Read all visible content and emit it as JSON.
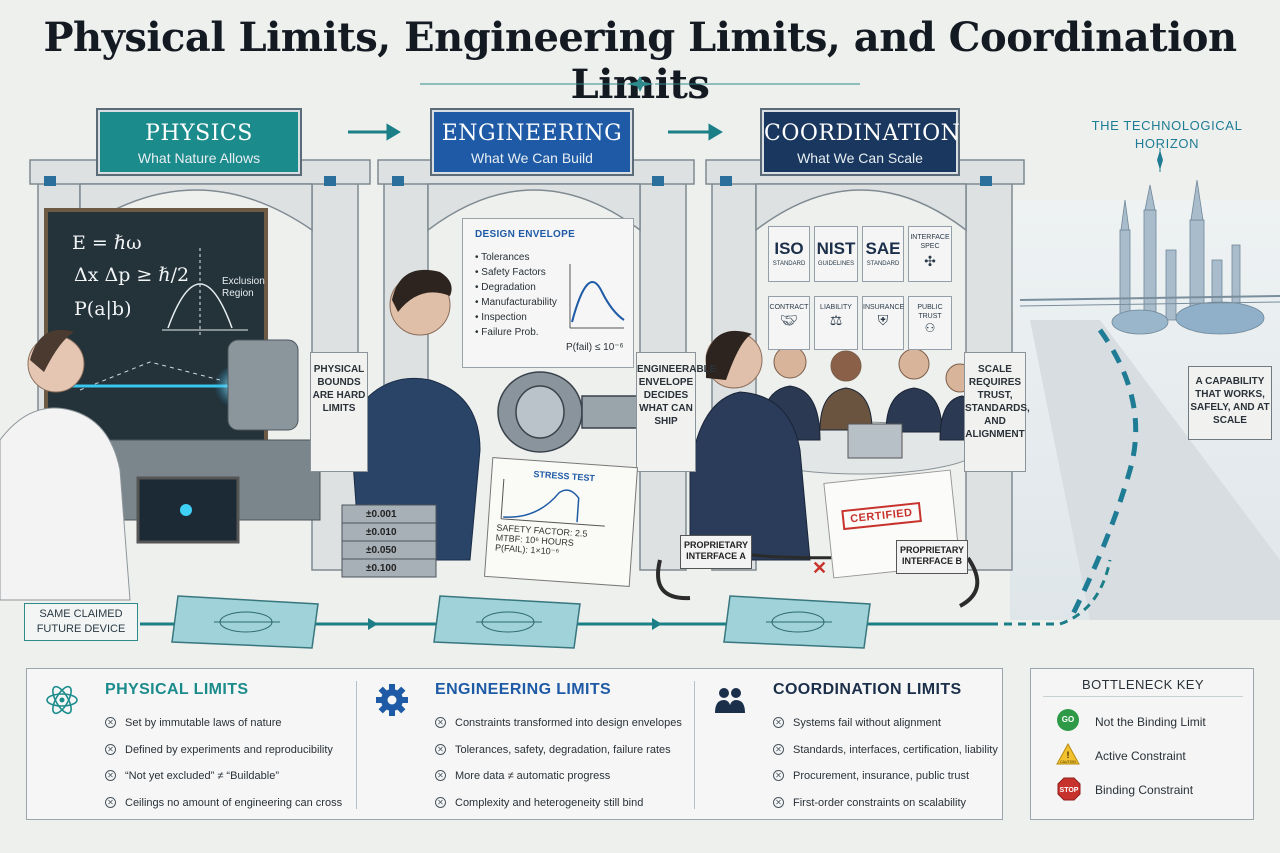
{
  "title": "Physical Limits, Engineering Limits, and Coordination Limits",
  "colors": {
    "physics": "#1c8b8c",
    "engineering": "#1e5aa6",
    "coordination": "#19375f",
    "binding": "#c8322d",
    "go": "#2e9a47",
    "caution": "#f2c12e"
  },
  "stages": [
    {
      "title": "PHYSICS",
      "subtitle": "What Nature Allows"
    },
    {
      "title": "ENGINEERING",
      "subtitle": "What We Can Build"
    },
    {
      "title": "COORDINATION",
      "subtitle": "What We Can Scale"
    }
  ],
  "horizon": {
    "title": "THE TECHNOLOGICAL HORIZON",
    "sign": "A CAPABILITY THAT WORKS, SAFELY, AND AT SCALE"
  },
  "pillar_signs": [
    "PHYSICAL BOUNDS ARE HARD LIMITS",
    "ENGINEERABLE ENVELOPE DECIDES WHAT CAN SHIP",
    "SCALE REQUIRES TRUST, STANDARDS, AND ALIGNMENT"
  ],
  "chalkboard": {
    "eq1": "E = ℏω",
    "eq2": "Δx Δp ≥ ℏ/2",
    "eq3": "P(a|b)",
    "region": "Exclusion Region"
  },
  "design_envelope": {
    "title": "DESIGN ENVELOPE",
    "items": [
      "Tolerances",
      "Safety Factors",
      "Degradation",
      "Manufacturability",
      "Inspection",
      "Failure Prob."
    ],
    "pfail": "P(fail) ≤ 10⁻⁶"
  },
  "stress_test": {
    "title": "STRESS TEST",
    "safety": "SAFETY FACTOR: 2.5",
    "mtbf": "MTBF: 10⁶ HOURS",
    "pfail": "P(FAIL): 1×10⁻⁶"
  },
  "tolerance_blocks": [
    "±0.001",
    "±0.010",
    "±0.050",
    "±0.100"
  ],
  "standards": [
    {
      "big": "ISO",
      "small": "STANDARD"
    },
    {
      "big": "NIST",
      "small": "GUIDELINES"
    },
    {
      "big": "SAE",
      "small": "STANDARD"
    },
    {
      "big": "",
      "small": "INTERFACE SPEC"
    }
  ],
  "agreements": [
    "CONTRACT",
    "LIABILITY",
    "INSURANCE",
    "PUBLIC TRUST"
  ],
  "certified": "CERTIFIED",
  "interfaces": [
    "PROPRIETARY INTERFACE A",
    "PROPRIETARY INTERFACE B"
  ],
  "same_claimed": "SAME CLAIMED FUTURE DEVICE",
  "columns": [
    {
      "heading": "PHYSICAL LIMITS",
      "icon": "atom-icon",
      "items": [
        "Set by immutable laws of nature",
        "Defined by experiments and reproducibility",
        "“Not yet excluded” ≠ “Buildable”",
        "Ceilings no amount of engineering can cross"
      ]
    },
    {
      "heading": "ENGINEERING LIMITS",
      "icon": "gear-icon",
      "items": [
        "Constraints transformed into design envelopes",
        "Tolerances, safety, degradation, failure rates",
        "More data ≠ automatic progress",
        "Complexity and heterogeneity still bind"
      ]
    },
    {
      "heading": "COORDINATION LIMITS",
      "icon": "people-icon",
      "items": [
        "Systems fail without alignment",
        "Standards, interfaces, certification, liability",
        "Procurement, insurance, public trust",
        "First-order constraints on scalability"
      ]
    }
  ],
  "key": {
    "title": "BOTTLENECK KEY",
    "entries": [
      {
        "symbol": "GO",
        "label": "Not the Binding Limit"
      },
      {
        "symbol": "CAUTION",
        "label": "Active Constraint"
      },
      {
        "symbol": "STOP",
        "label": "Binding Constraint"
      }
    ]
  }
}
